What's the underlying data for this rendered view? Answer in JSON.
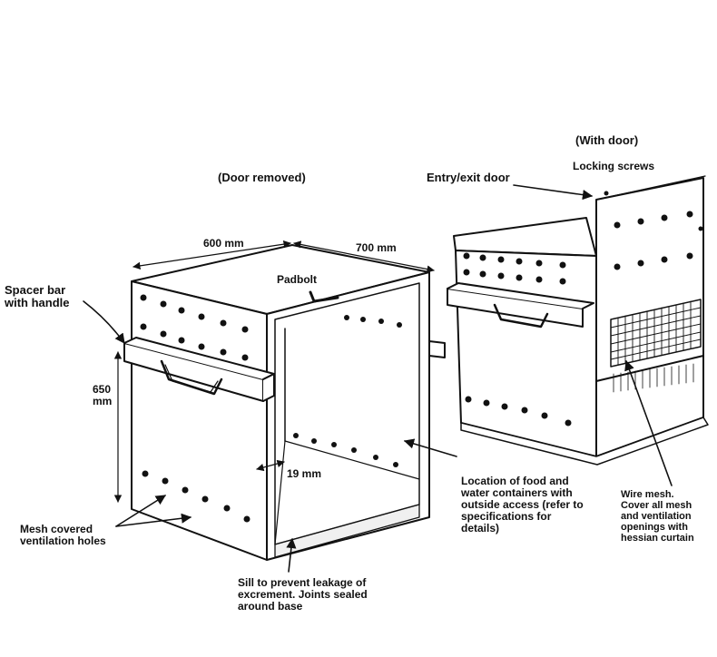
{
  "labels": {
    "door_removed": "(Door removed)",
    "with_door": "(With door)",
    "entry_exit_door": "Entry/exit door",
    "locking_screws": "Locking screws",
    "dim_600": "600 mm",
    "dim_700": "700 mm",
    "dim_650": "650\nmm",
    "dim_19": "19 mm",
    "padbolt": "Padbolt",
    "spacer_bar": "Spacer bar\nwith handle",
    "mesh_vent": "Mesh covered\nventilation holes",
    "location_food": "Location of food and\nwater containers with\noutside access (refer to\nspecifications  for\ndetails)",
    "wire_mesh": "Wire mesh.\nCover all mesh\nand ventilation\nopenings with\nhessian curtain",
    "sill": "Sill to prevent leakage of\nexcrement.  Joints sealed\naround base"
  },
  "colors": {
    "ink": "#111111",
    "background": "#ffffff"
  }
}
